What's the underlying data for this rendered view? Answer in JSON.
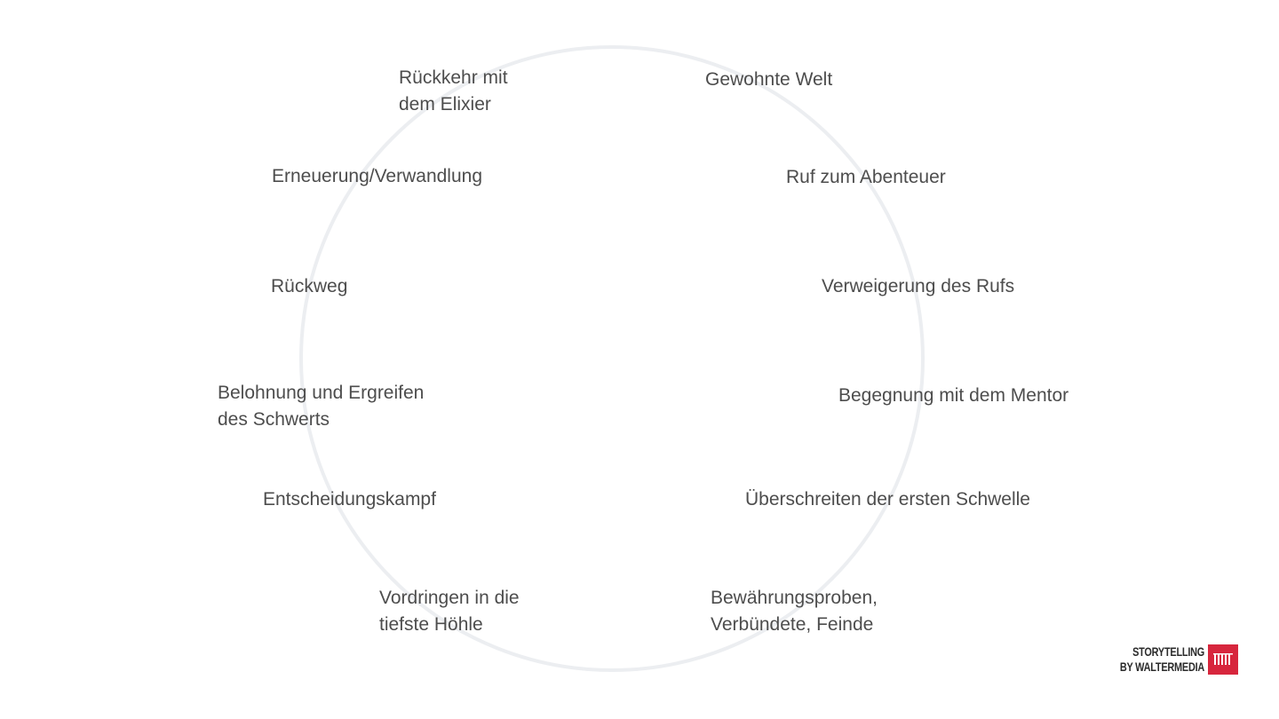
{
  "stages": [
    {
      "lines": [
        "Gewohnte Welt"
      ]
    },
    {
      "lines": [
        "Ruf zum Abenteuer"
      ]
    },
    {
      "lines": [
        "Verweigerung des Rufs"
      ]
    },
    {
      "lines": [
        "Begegnung mit dem Mentor"
      ]
    },
    {
      "lines": [
        "Überschreiten der ersten Schwelle"
      ]
    },
    {
      "lines": [
        "Bewährungsproben,",
        "Verbündete, Feinde"
      ]
    },
    {
      "lines": [
        "Vordringen in die",
        "tiefste Höhle"
      ]
    },
    {
      "lines": [
        "Entscheidungskampf"
      ]
    },
    {
      "lines": [
        "Belohnung und Ergreifen",
        "des Schwerts"
      ]
    },
    {
      "lines": [
        "Rückweg"
      ]
    },
    {
      "lines": [
        "Erneuerung/Verwandlung"
      ]
    },
    {
      "lines": [
        "Rückkehr mit",
        "dem Elixier"
      ]
    }
  ],
  "logo": {
    "line1": "STORYTELLING",
    "line2": "BY WALTERMEDIA",
    "color": "#d7263d"
  },
  "colors": {
    "ring": "#eceef1",
    "text": "#4d4d4d"
  }
}
